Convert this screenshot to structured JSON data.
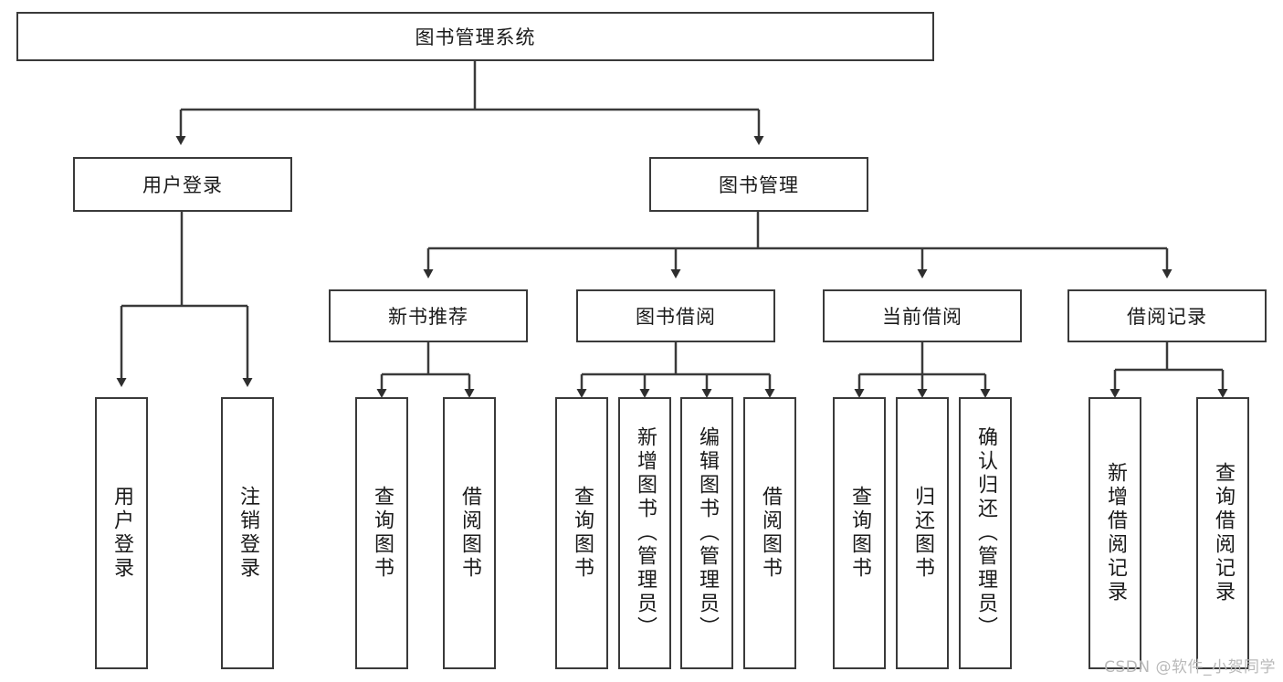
{
  "diagram": {
    "title": "图书管理系统",
    "type": "hierarchy-tree",
    "root": {
      "id": "root",
      "label": "图书管理系统"
    },
    "level1": [
      {
        "id": "user-login",
        "label": "用户登录"
      },
      {
        "id": "book-mgmt",
        "label": "图书管理"
      }
    ],
    "level2": [
      {
        "id": "new-book-rec",
        "label": "新书推荐",
        "parent": "book-mgmt"
      },
      {
        "id": "book-borrow",
        "label": "图书借阅",
        "parent": "book-mgmt"
      },
      {
        "id": "current-borrow",
        "label": "当前借阅",
        "parent": "book-mgmt"
      },
      {
        "id": "borrow-record",
        "label": "借阅记录",
        "parent": "book-mgmt"
      }
    ],
    "leaves": [
      {
        "id": "leaf-user-login",
        "label": "用户登录",
        "parent": "user-login"
      },
      {
        "id": "leaf-logout",
        "label": "注销登录",
        "parent": "user-login"
      },
      {
        "id": "leaf-query-book-1",
        "label": "查询图书",
        "parent": "new-book-rec"
      },
      {
        "id": "leaf-borrow-book-1",
        "label": "借阅图书",
        "parent": "new-book-rec"
      },
      {
        "id": "leaf-query-book-2",
        "label": "查询图书",
        "parent": "book-borrow"
      },
      {
        "id": "leaf-add-book",
        "label": "新增图书（管理员）",
        "parent": "book-borrow"
      },
      {
        "id": "leaf-edit-book",
        "label": "编辑图书（管理员）",
        "parent": "book-borrow"
      },
      {
        "id": "leaf-borrow-book-2",
        "label": "借阅图书",
        "parent": "book-borrow"
      },
      {
        "id": "leaf-query-book-3",
        "label": "查询图书",
        "parent": "current-borrow"
      },
      {
        "id": "leaf-return-book",
        "label": "归还图书",
        "parent": "current-borrow"
      },
      {
        "id": "leaf-confirm-return",
        "label": "确认归还（管理员）",
        "parent": "current-borrow"
      },
      {
        "id": "leaf-add-record",
        "label": "新增借阅记录",
        "parent": "borrow-record"
      },
      {
        "id": "leaf-query-record",
        "label": "查询借阅记录",
        "parent": "borrow-record"
      }
    ]
  },
  "watermark": {
    "text": "CSDN @软件_小贺同学"
  },
  "colors": {
    "node_border": "#3a3a3a",
    "node_fill": "#ffffff",
    "edge": "#3a3a3a",
    "text": "#1a1a1a",
    "watermark": "#b9b9b9",
    "background": "#ffffff"
  }
}
